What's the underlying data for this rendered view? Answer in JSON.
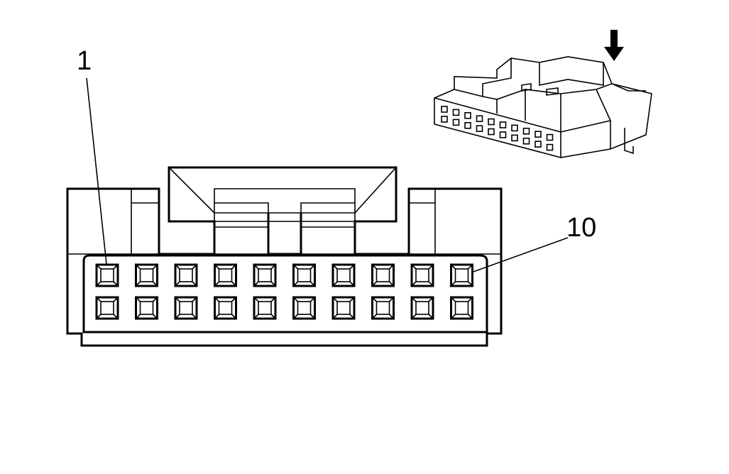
{
  "labels": {
    "pin_first": "1",
    "pin_last": "10"
  },
  "connector": {
    "rows": 2,
    "cols": 10
  },
  "colors": {
    "line": "#000000",
    "background": "#ffffff"
  },
  "icons": {
    "insert_direction": "arrow-down-icon"
  }
}
